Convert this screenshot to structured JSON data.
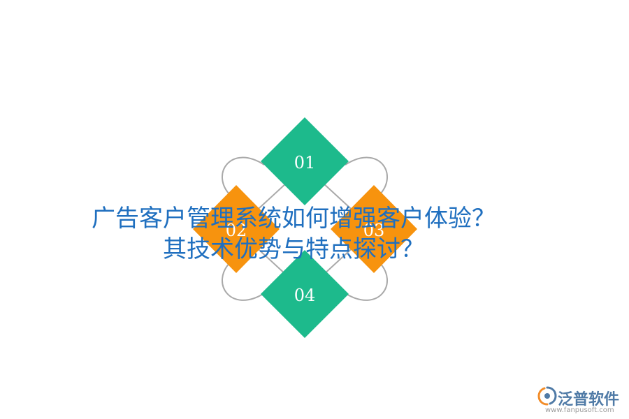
{
  "diagram": {
    "nodes": [
      {
        "label": "01",
        "color": "#1dba8c"
      },
      {
        "label": "02",
        "color": "#f7930e"
      },
      {
        "label": "03",
        "color": "#f7930e"
      },
      {
        "label": "04",
        "color": "#1dba8c"
      }
    ],
    "connector_color": "#a9a9a9"
  },
  "title": {
    "line1": "广告客户管理系统如何增强客户体验？",
    "line2": "其技术优势与特点探讨？",
    "color": "#1f6fbf"
  },
  "brand": {
    "name": "泛普软件",
    "url": "www.fanpusoft.com",
    "logo_icon": "fanpu-logo-icon"
  }
}
